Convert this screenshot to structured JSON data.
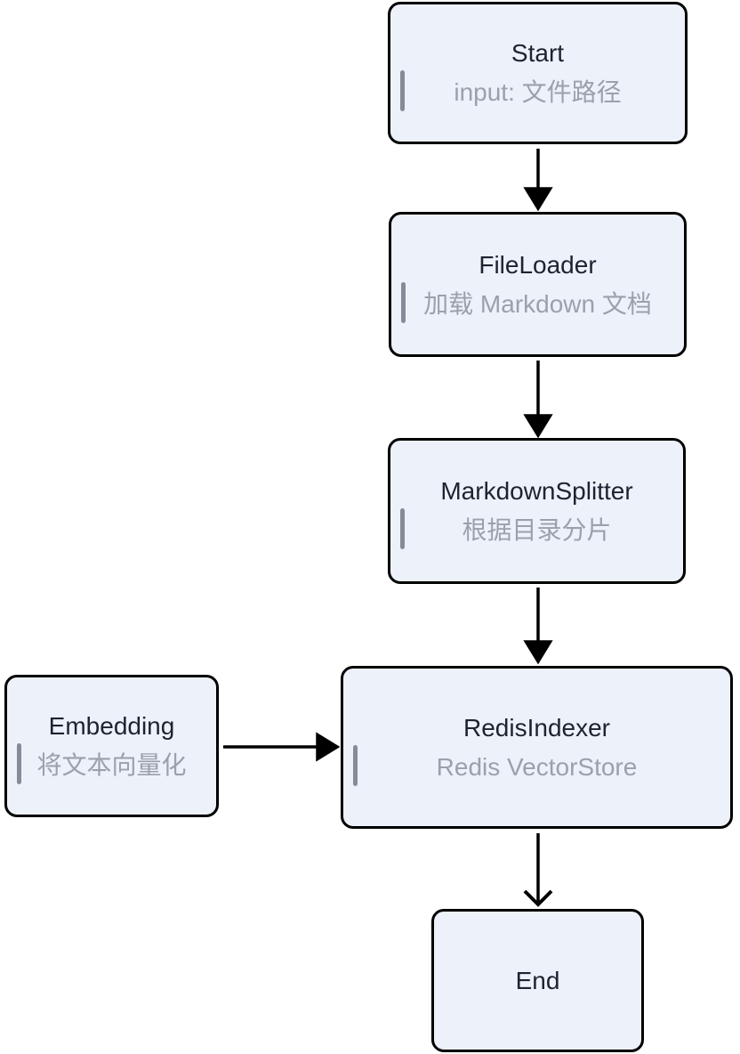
{
  "diagram": {
    "type": "flowchart",
    "direction": "top-down",
    "colors": {
      "background": "#ffffff",
      "node_fill": "#edf1f9",
      "node_border": "#000000",
      "title_text": "#1d2330",
      "subtitle_text": "#9aa1ad",
      "accent_bar": "#868c97",
      "arrow": "#000000"
    },
    "nodes": {
      "start": {
        "title": "Start",
        "subtitle": "input: 文件路径"
      },
      "fileloader": {
        "title": "FileLoader",
        "subtitle": "加载 Markdown 文档"
      },
      "markdownsplitter": {
        "title": "MarkdownSplitter",
        "subtitle": "根据目录分片"
      },
      "embedding": {
        "title": "Embedding",
        "subtitle": "将文本向量化"
      },
      "redisindexer": {
        "title": "RedisIndexer",
        "subtitle": "Redis VectorStore"
      },
      "end": {
        "title": "End"
      }
    },
    "edges": [
      {
        "from": "Start",
        "to": "FileLoader",
        "arrowhead": "filled-triangle"
      },
      {
        "from": "FileLoader",
        "to": "MarkdownSplitter",
        "arrowhead": "filled-triangle"
      },
      {
        "from": "MarkdownSplitter",
        "to": "RedisIndexer",
        "arrowhead": "filled-triangle"
      },
      {
        "from": "Embedding",
        "to": "RedisIndexer",
        "arrowhead": "filled-triangle"
      },
      {
        "from": "RedisIndexer",
        "to": "End",
        "arrowhead": "open-chevron"
      }
    ]
  }
}
